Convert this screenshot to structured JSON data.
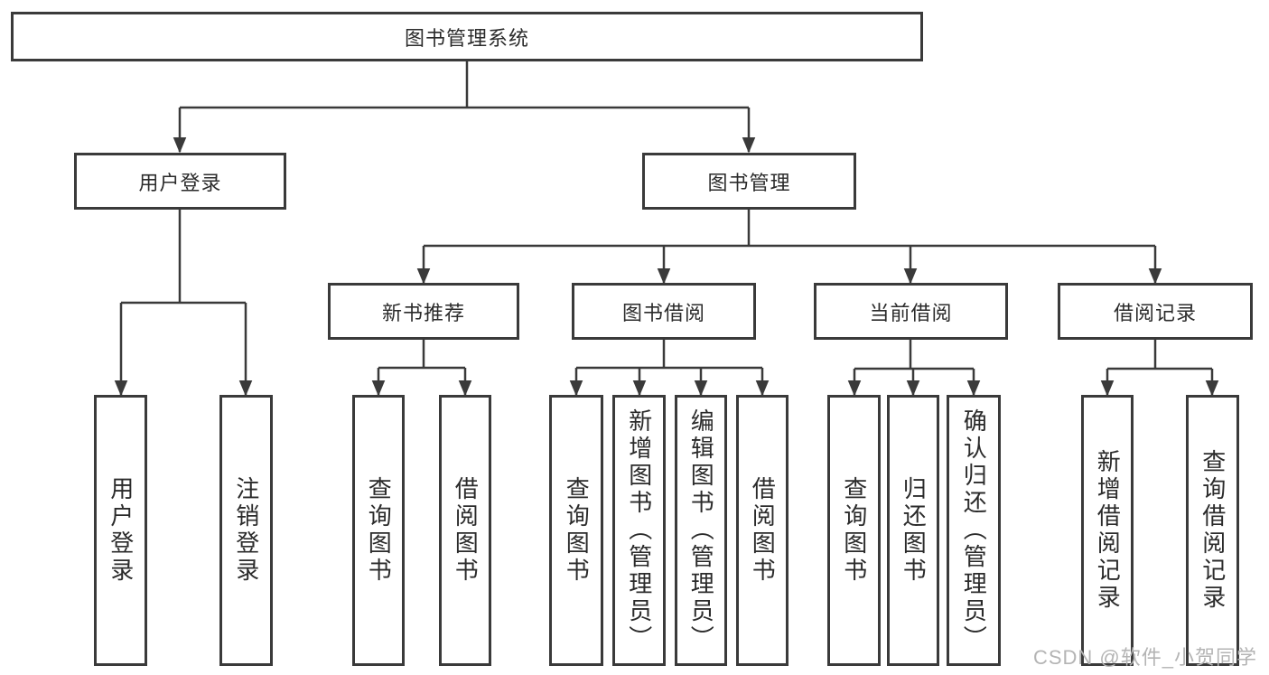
{
  "diagram_title": "图书管理系统",
  "watermark": "CSDN @软件_小贺同学",
  "colors": {
    "line": "#3a3a3a",
    "text": "#2b2b2b",
    "background": "#ffffff",
    "watermark": "#b4b4b4"
  },
  "tree": {
    "label": "图书管理系统",
    "children": [
      {
        "label": "用户登录",
        "children": [
          {
            "label": "用户登录"
          },
          {
            "label": "注销登录"
          }
        ]
      },
      {
        "label": "图书管理",
        "children": [
          {
            "label": "新书推荐",
            "children": [
              {
                "label": "查询图书"
              },
              {
                "label": "借阅图书"
              }
            ]
          },
          {
            "label": "图书借阅",
            "children": [
              {
                "label": "查询图书"
              },
              {
                "label": "新增图书（管理员）"
              },
              {
                "label": "编辑图书（管理员）"
              },
              {
                "label": "借阅图书"
              }
            ]
          },
          {
            "label": "当前借阅",
            "children": [
              {
                "label": "查询图书"
              },
              {
                "label": "归还图书"
              },
              {
                "label": "确认归还（管理员）"
              }
            ]
          },
          {
            "label": "借阅记录",
            "children": [
              {
                "label": "新增借阅记录"
              },
              {
                "label": "查询借阅记录"
              }
            ]
          }
        ]
      }
    ]
  }
}
